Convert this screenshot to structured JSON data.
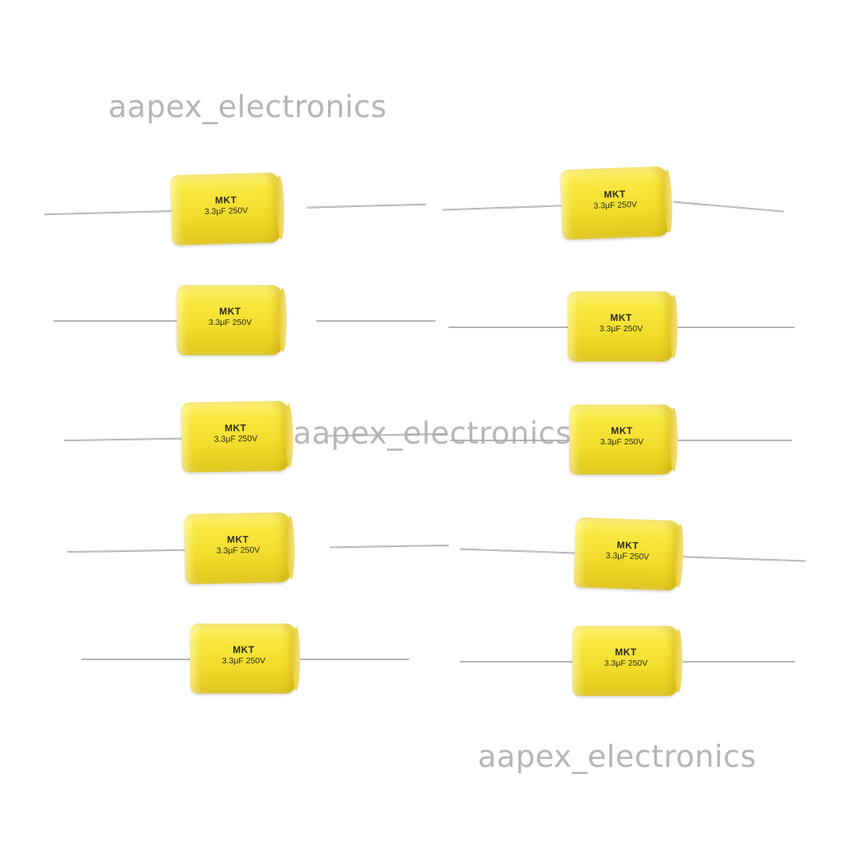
{
  "watermark": "aapex_electronics",
  "colors": {
    "capacitor_body": "#f4e23a",
    "lead_wire": "#b0b0b0",
    "watermark": "#b5b5b5",
    "background": "#ffffff"
  },
  "capacitors": [
    {
      "type": "MKT",
      "rating": "3.3µF 250V"
    },
    {
      "type": "MKT",
      "rating": "3.3µF 250V"
    },
    {
      "type": "MKT",
      "rating": "3.3µF 250V"
    },
    {
      "type": "MKT",
      "rating": "3.3µF 250V"
    },
    {
      "type": "MKT",
      "rating": "3.3µF 250V"
    },
    {
      "type": "MKT",
      "rating": "3.3µF 250V"
    },
    {
      "type": "MKT",
      "rating": "3.3µF 250V"
    },
    {
      "type": "MKT",
      "rating": "3.3µF 250V"
    },
    {
      "type": "MKT",
      "rating": "3.3µF 250V"
    },
    {
      "type": "MKT",
      "rating": "3.3µF 250V"
    }
  ]
}
